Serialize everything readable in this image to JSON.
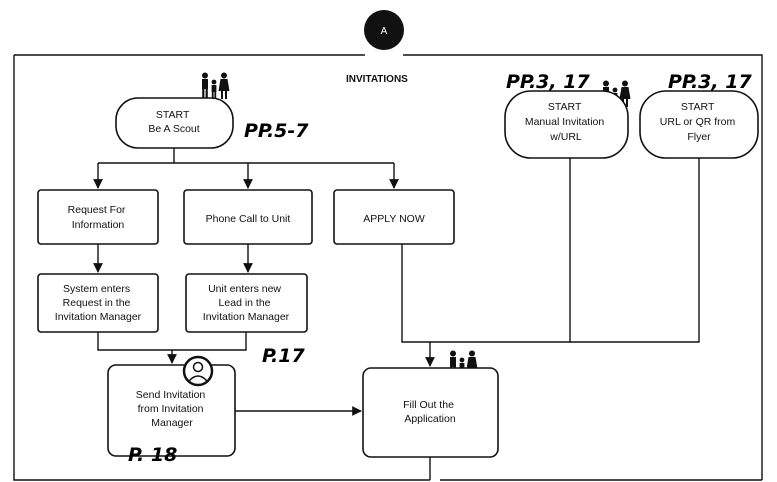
{
  "marker": {
    "label": "A"
  },
  "title": "INVITATIONS",
  "nodes": {
    "start_scout": [
      "START",
      "Be A Scout"
    ],
    "start_manual": [
      "START",
      "Manual Invitation",
      "w/URL"
    ],
    "start_url": [
      "START",
      "URL or QR from",
      "Flyer"
    ],
    "request_info": [
      "Request For",
      "Information"
    ],
    "phone_call": [
      "Phone Call to Unit"
    ],
    "apply_now": [
      "APPLY NOW"
    ],
    "system_enters": [
      "System enters",
      "Request in the",
      "Invitation Manager"
    ],
    "unit_enters": [
      "Unit enters new",
      "Lead in the",
      "Invitation Manager"
    ],
    "send_invitation": [
      "Send Invitation",
      "from Invitation",
      "Manager"
    ],
    "fill_out": [
      "Fill Out the",
      "Application"
    ]
  },
  "page_notes": {
    "start_scout": "PP.5-7",
    "start_manual": "PP.3, 17",
    "start_url": "PP.3, 17",
    "unit_enters": "P.17",
    "send_invitation": "P. 18"
  },
  "icons": {
    "family": "family-icon",
    "person": "user-avatar-icon"
  }
}
